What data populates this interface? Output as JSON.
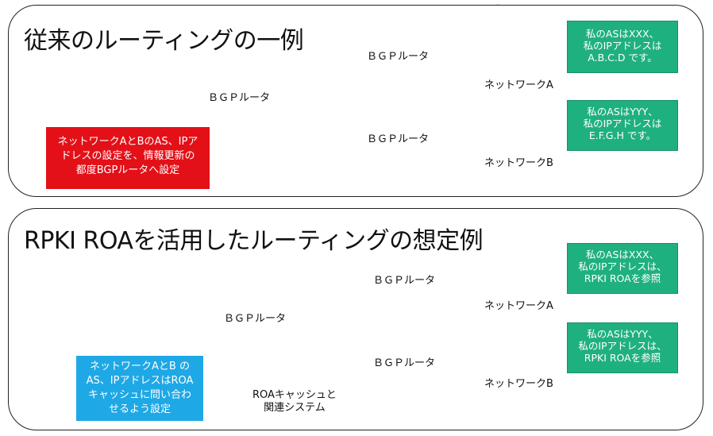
{
  "panel1": {
    "title": "従来のルーティングの一例",
    "router_center": "ＢＧＰルータ",
    "router_a": "ＢＧＰルータ",
    "router_b": "ＢＧＰルータ",
    "network_a": "ネットワークA",
    "network_b": "ネットワークB",
    "note_a": [
      "私のASはXXX、",
      "私のIPアドレスは",
      "A.B.C.D です。"
    ],
    "note_b": [
      "私のASはYYY、",
      "私のIPアドレスは",
      "E.F.G.H です。"
    ],
    "operator_note": [
      "ネットワークAとBのAS、IPア",
      "ドレスの設定を、情報更新の",
      "都度BGPルータへ設定"
    ]
  },
  "panel2": {
    "title": "RPKI ROAを活用したルーティングの想定例",
    "router_center": "ＢＧＰルータ",
    "router_a": "ＢＧＰルータ",
    "router_b": "ＢＧＰルータ",
    "network_a": "ネットワークA",
    "network_b": "ネットワークB",
    "cache_label": [
      "ROAキャッシュと",
      "関連システム"
    ],
    "note_a": [
      "私のASはXXX、",
      "私のIPアドレスは、",
      "RPKI ROAを参照"
    ],
    "note_b": [
      "私のASはYYY、",
      "私のIPアドレスは、",
      "RPKI ROAを参照"
    ],
    "operator_note": [
      "ネットワークAとB の",
      "AS、IPアドレスはROA",
      "キャッシュに問い合わ",
      "せるよう設定"
    ]
  },
  "colors": {
    "ellipse_fill": "#dff1fb",
    "ellipse_stroke": "#4aa3c8",
    "router": "#1f6fa8",
    "note_green": "#1fb07f",
    "note_red": "#e31018",
    "note_blue": "#1ea8e6"
  },
  "icons": [
    "router-icon",
    "pc-icon",
    "person-icon",
    "envelope-icon",
    "smiley-icon",
    "gear-icon",
    "server-icon",
    "globe-icon",
    "sync-arrows-icon"
  ]
}
